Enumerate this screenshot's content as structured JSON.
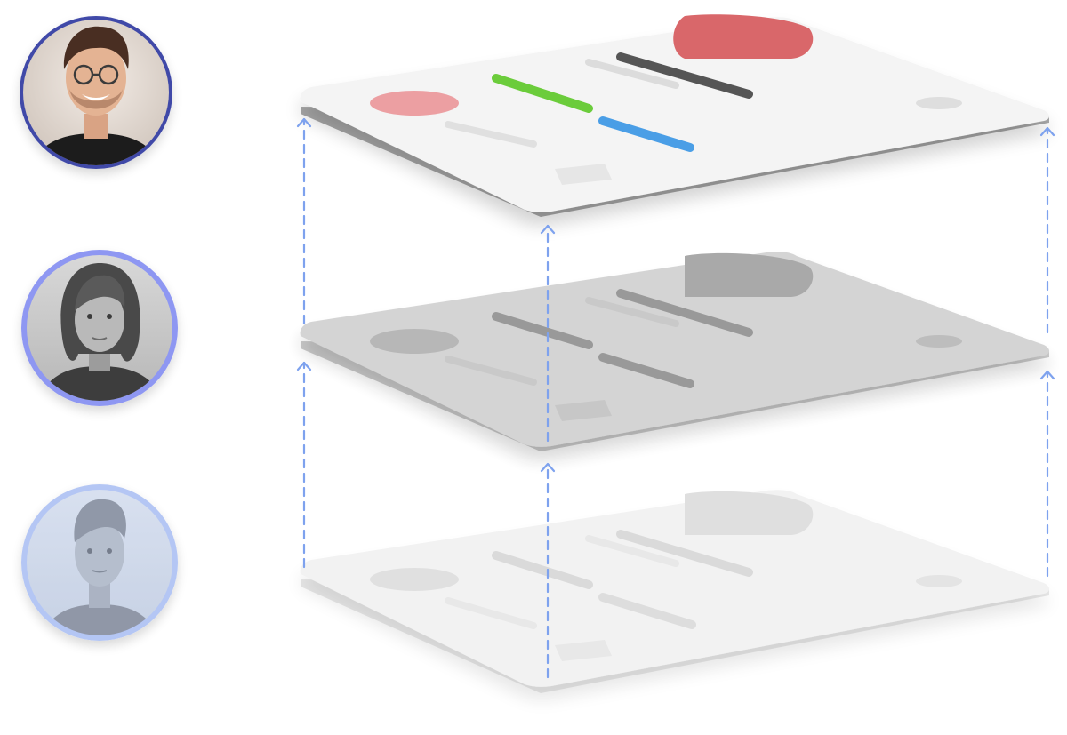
{
  "colors": {
    "background": "#ffffff",
    "arrow": "#7ea2ee",
    "ring_top": "#3f49a8",
    "ring_mid": "#8e97f2",
    "ring_bottom": "#b4c6f4",
    "accent_red": "#d9676a",
    "accent_pink": "#ec9fa2",
    "accent_green": "#6bcc3b",
    "accent_blue": "#4a9ee6",
    "text_gray": "#555555"
  },
  "avatars": [
    {
      "id": "avatar-top",
      "icon": "person-glasses-smiling-icon",
      "style": "color photo"
    },
    {
      "id": "avatar-middle",
      "icon": "person-woman-bob-icon",
      "style": "grayscale photo"
    },
    {
      "id": "avatar-bottom",
      "icon": "person-man-icon",
      "style": "faded bluish photo"
    }
  ],
  "layers": [
    {
      "id": "layer-top",
      "state": "full color"
    },
    {
      "id": "layer-middle",
      "state": "gray"
    },
    {
      "id": "layer-bottom",
      "state": "light gray"
    }
  ]
}
